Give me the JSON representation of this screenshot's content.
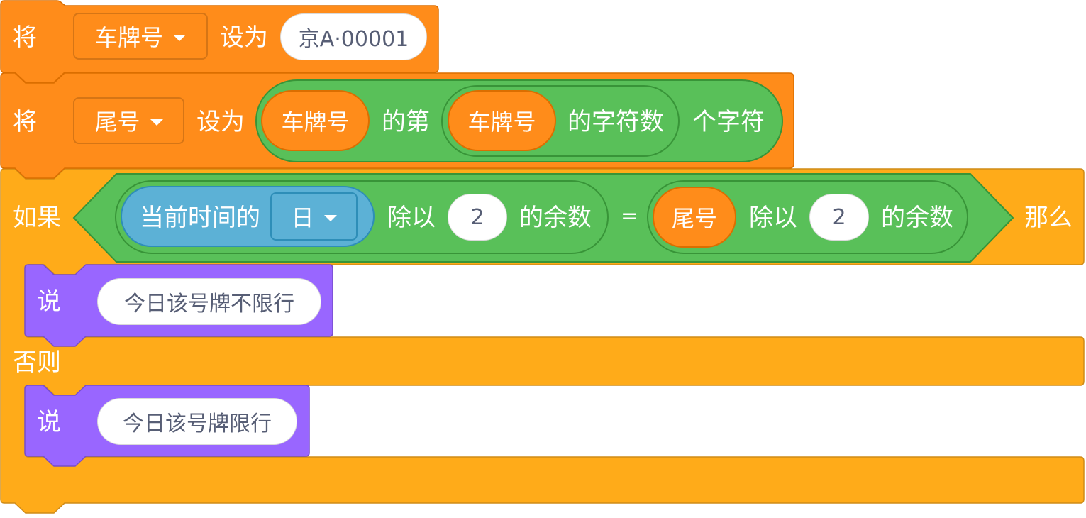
{
  "colors": {
    "variables": "#ff8c1a",
    "variables_border": "#db6e00",
    "control": "#ffab19",
    "control_border": "#cf8b17",
    "operators": "#59c059",
    "operators_border": "#389438",
    "sensing": "#5cb1d6",
    "sensing_border": "#2e8eb8",
    "looks": "#9966ff",
    "looks_border": "#774dcb",
    "field_text": "#575e75"
  },
  "block1": {
    "label_set": "将",
    "variable": "车牌号",
    "label_to": "设为",
    "value": "京A·00001"
  },
  "block2": {
    "label_set": "将",
    "variable": "尾号",
    "label_to": "设为",
    "letter_of": {
      "source_var": "车牌号",
      "label_of": "的第",
      "length_of": {
        "source_var": "车牌号",
        "label": "的字符数"
      },
      "label_char": "个字符"
    }
  },
  "if_block": {
    "label_if": "如果",
    "label_then": "那么",
    "label_else": "否则",
    "condition": {
      "left": {
        "sensing_label": "当前时间的",
        "sensing_option": "日",
        "label_mod": "除以",
        "divisor": "2",
        "label_remainder": "的余数"
      },
      "operator": "=",
      "right": {
        "variable": "尾号",
        "label_mod": "除以",
        "divisor": "2",
        "label_remainder": "的余数"
      }
    },
    "then_say": {
      "label": "说",
      "message": "今日该号牌不限行"
    },
    "else_say": {
      "label": "说",
      "message": "今日该号牌限行"
    }
  }
}
